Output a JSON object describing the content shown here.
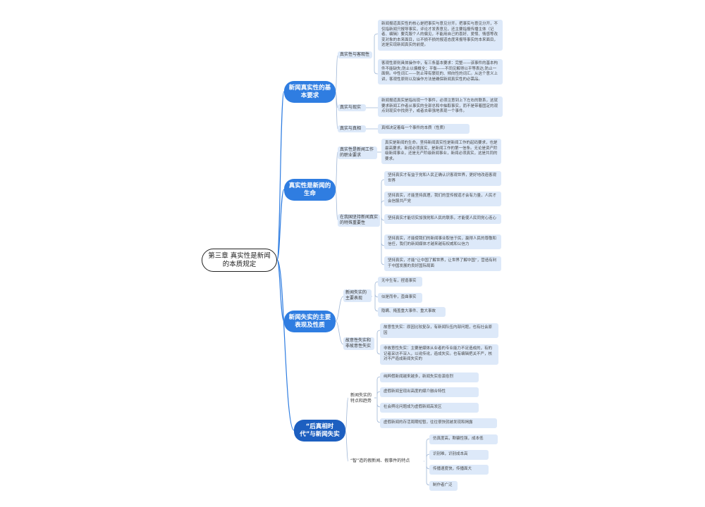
{
  "root": "第三章 真实性是新闻的本质规定",
  "branches": [
    {
      "title": "新闻真实性的基本要求",
      "subs": [
        {
          "label": "真实性与客观性",
          "leaves": [
            "新闻报道真实性的核心是把事实与意见分开。把事实与意见分开，不仅指新闻只报导事实，评论才发表意见，还主要指报传播主体（记者、编辑）要克服个人的偏见，不能用自己的喜好、爱憎、情感等改变对象的本来面目，以不损不损的报道态度来报导事实的本来面目，这是实现新闻真实的前提。",
            "客观性原则具体操作中，有三条基本要求：完整——该事件的基本构件不能缺失;防止以偏概全；平衡——不同见解得以平等表达;防止一面倒。中性词汇——防止带有褒贬的、倾向性的词汇。从这个意义上讲，客观性原则以及操作方法是确保新闻真实性的必需品。"
          ]
        },
        {
          "label": "真实与现实",
          "leaves": [
            "新闻报道真实是指出现一个事件，必须注意到上下左右的联系，这就要求新闻工作者从事实的全部总和中抽取事实，而不是带着固定的观点到现实中找例子，或者去牵强地表现一个事件。"
          ]
        },
        {
          "label": "真实与真相",
          "leaves": [
            "真相决定着每一个事件的本质（性质）"
          ]
        }
      ]
    },
    {
      "title": "真实性是新闻的生命",
      "subs": [
        {
          "label": "真实性是新闻工作的职业要求",
          "leaves": [
            "真实是新闻的生命。坚持新闻真实性是新闻工作的起码要求，也是最高要求。新闻必须真实，是新闻工作的第一信条。无论是资产阶级新闻事业，还是无产阶级新闻事业，新闻必须真实，这是共同的要求。"
          ]
        },
        {
          "label": "在我国坚持新闻真实的特殊重要性",
          "leaves": [
            "坚持真实才有益于党和人民正确认识客观世界，更好地改造客观世界",
            "坚持真实，才能坚持真理，我们的宣传报道才会有力量，人民才会信服共产党",
            "坚持真实才能切实加强党和人民的联系，才能使人民同党心连心",
            "坚持真实，才能使我们的新闻事业取信于民，赢得人民的尊敬和信任，我们的新闻媒体才越来越有权威和公信力",
            "坚持真实，才能“让中国了解世界，让世界了解中国”，营造有利于中国发展的良好国际局面"
          ]
        }
      ]
    },
    {
      "title": "新闻失实的主要表现及性质",
      "subs": [
        {
          "label": "新闻失实的主要表现",
          "leaves": [
            "无中生有，捏造事实",
            "似是而非，歪曲事实",
            "隐瞒、掩盖重大事件、重大事故"
          ]
        },
        {
          "label": "故意性失实和非故意性失实",
          "leaves": [
            "故意性失实：原因比较复杂，有新闻队伍内部问题，也有社会原因",
            "非故意性失实：主要是媒体从业者的专业能力不足造成的，有的记者采访不深入，以讹传讹，造成失实。也有编辑把关不严，核对不严造成新闻失实的"
          ]
        }
      ]
    },
    {
      "title": "“后真相时代”与新闻失实",
      "subs": [
        {
          "label": "新闻失实的特点和趋势",
          "leaves": [
            "纯粹假新闻越来越多，新闻失实愈演愈烈",
            "虚假新闻呈现出高度的媒介融合特性",
            "社会舆论问题成为虚假新闻高发区",
            "虚假新闻的存活周期短暂，往往很快就被发现和揭露"
          ]
        },
        {
          "label": "“智”造的假新闻、假事件的特点",
          "leaves": [
            "仿真度高，欺骗性强，成本低",
            "识别难，识别成本高",
            "传播速度快，传播面大",
            "制作者广泛"
          ]
        }
      ]
    }
  ]
}
